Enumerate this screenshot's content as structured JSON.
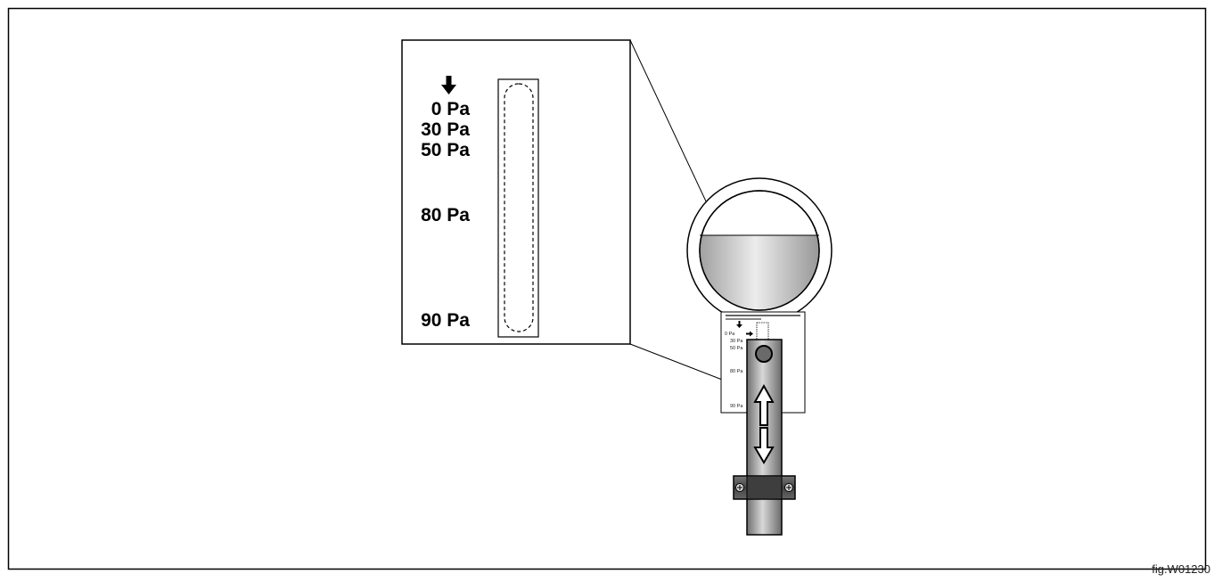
{
  "figure_id": "fig.W01230",
  "zoom_scale_labels": [
    "0 Pa",
    "30 Pa",
    "50 Pa",
    "80 Pa",
    "90 Pa"
  ],
  "label_panel": {
    "scale_labels": [
      "0 Pa",
      "30 Pa",
      "50 Pa",
      "80 Pa",
      "90 Pa"
    ]
  },
  "icons": [
    "down-arrow-icon",
    "up-arrow-icon",
    "right-arrow-icon",
    "screw-icon"
  ],
  "colors": {
    "line": "#000000",
    "liquid_light": "#e6e6e6",
    "liquid_dark": "#9a9a9a",
    "tube_light": "#d0d0d0",
    "tube_dark": "#7a7a7a",
    "clamp": "#555555"
  }
}
